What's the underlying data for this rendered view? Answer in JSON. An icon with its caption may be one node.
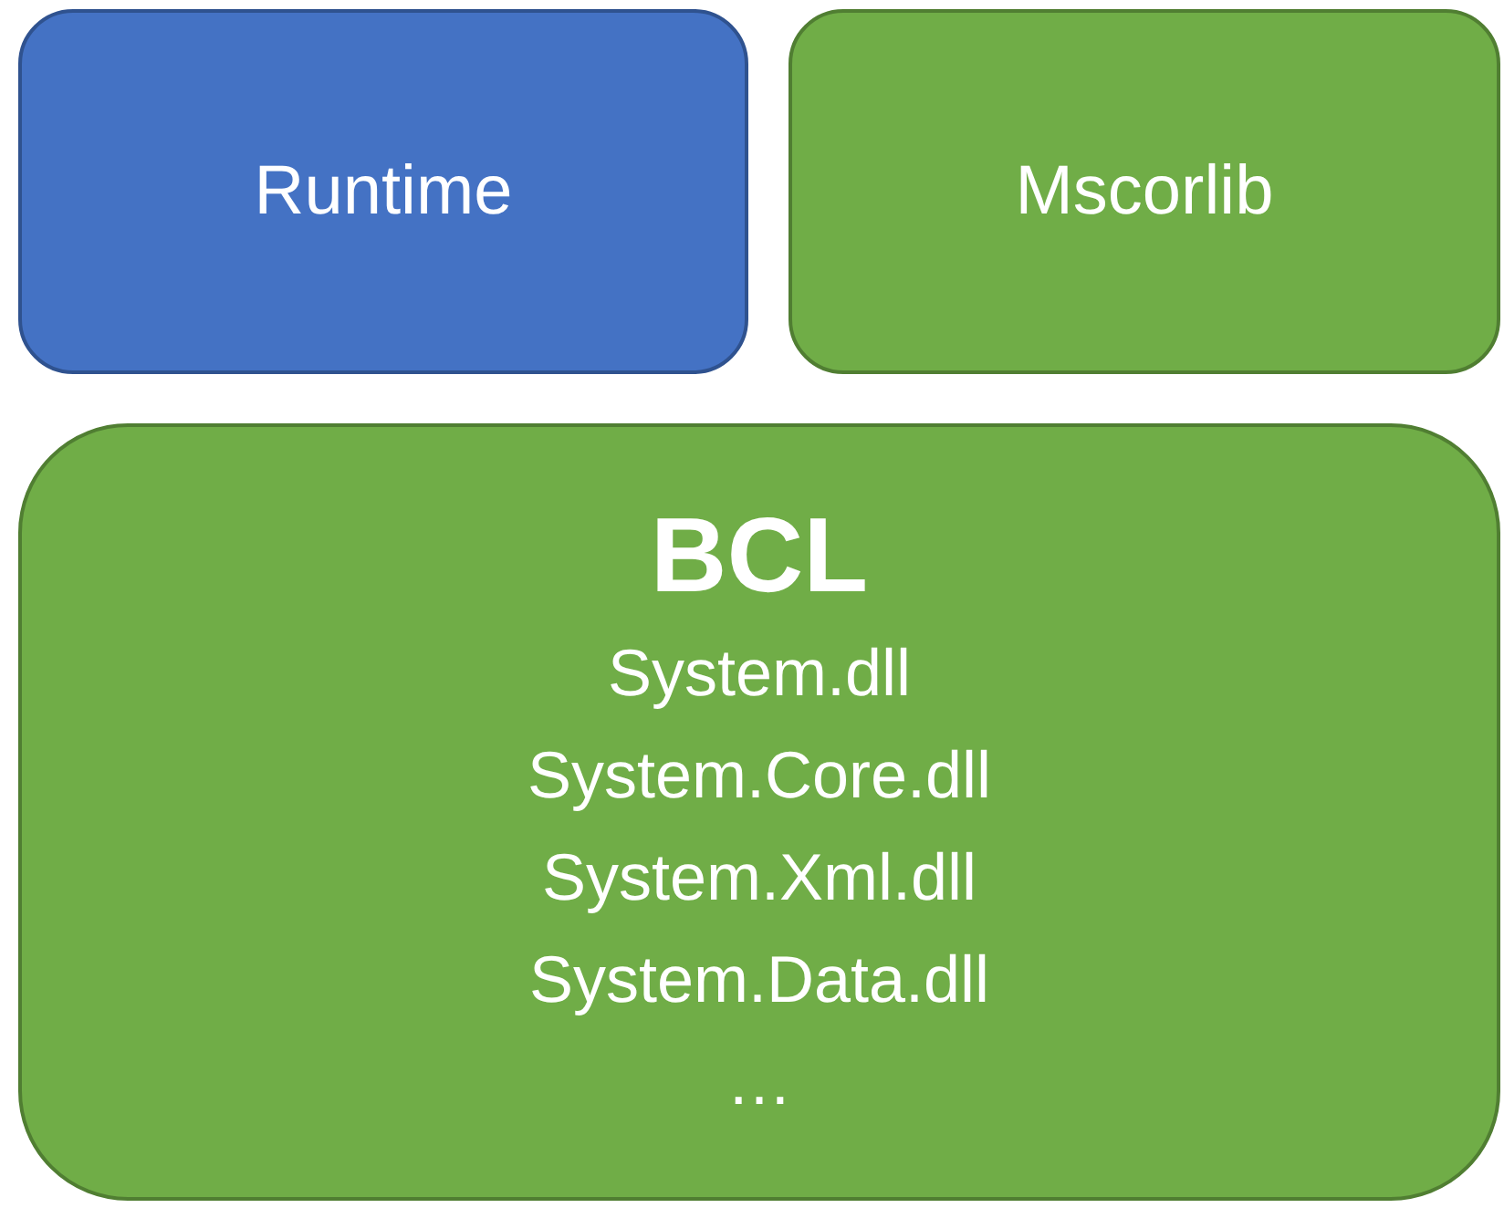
{
  "diagram": {
    "nodes": [
      {
        "text": [
          "Runtime"
        ]
      },
      {
        "text": [
          "Mscorlib"
        ]
      },
      {
        "text": [
          "BCL",
          "System.dll",
          "System.Core.dll",
          "System.Xml.dll",
          "System.Data.dll",
          "…"
        ]
      }
    ]
  }
}
